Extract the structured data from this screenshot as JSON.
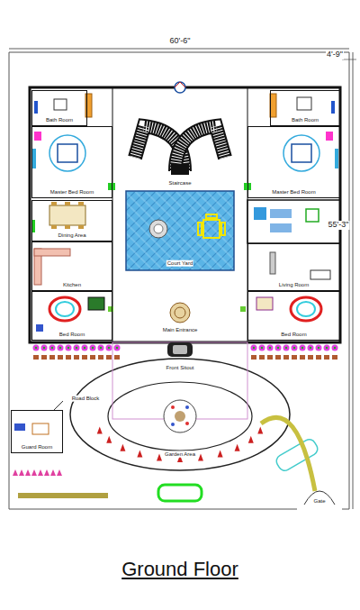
{
  "diagram": {
    "title": "Ground Floor",
    "nodes": [
      {
        "text": [
          "Bath Room"
        ]
      },
      {
        "text": [
          "Master Bed Room"
        ]
      },
      {
        "text": [
          "Dining Area"
        ]
      },
      {
        "text": [
          "Kitchen"
        ]
      },
      {
        "text": [
          "Bed Room"
        ]
      },
      {
        "text": [
          "Bath Room"
        ]
      },
      {
        "text": [
          "Master Bed Room"
        ]
      },
      {
        "text": [
          "Living Room"
        ]
      },
      {
        "text": [
          "Bed Room"
        ]
      },
      {
        "text": [
          "Guard Room"
        ]
      }
    ],
    "labels": [
      "60'-6\"",
      "4'-9\"",
      "55'-3\"",
      "Staircase",
      "Court Yard",
      "Main Entrance",
      "Front Sitout",
      "Garden Area",
      "Road Block",
      "Gate"
    ]
  }
}
